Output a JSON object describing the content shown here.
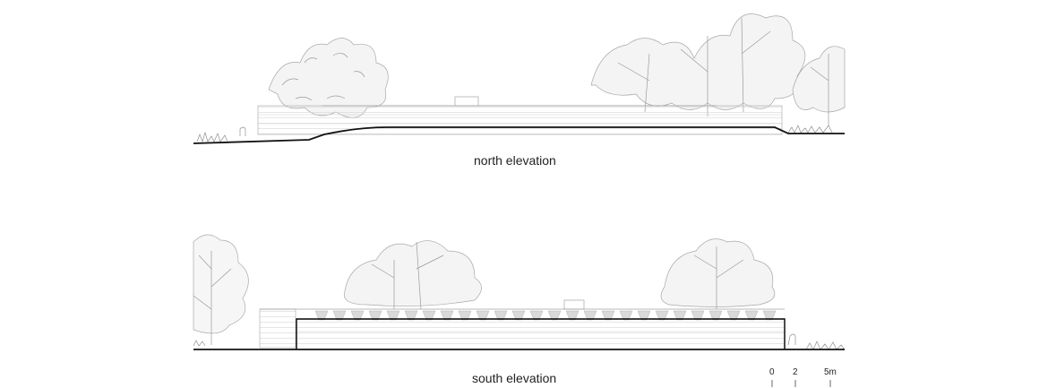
{
  "captions": {
    "north": "north elevation",
    "south": "south elevation"
  },
  "scale_bar": {
    "ticks": [
      {
        "label": "0"
      },
      {
        "label": "2"
      },
      {
        "label": "5m"
      }
    ]
  },
  "colors": {
    "ground_line": "#111111",
    "building_outline": "#000000",
    "facade_line": "#c9c9c9",
    "tree_line": "#9a9a9a",
    "text": "#222222"
  }
}
